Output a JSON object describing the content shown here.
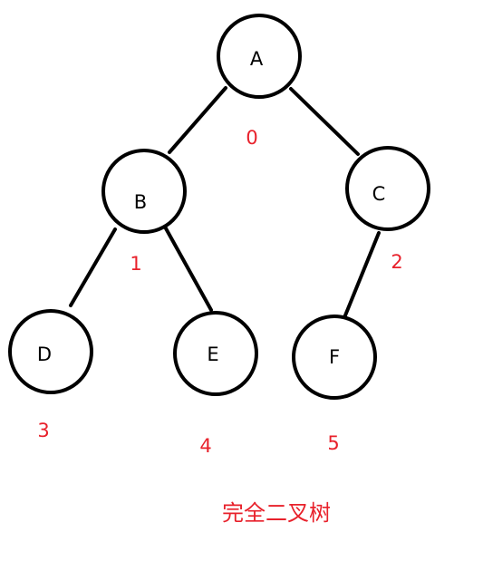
{
  "diagram": {
    "caption": "完全二叉树",
    "accent_color": "#e8212b",
    "nodes": [
      {
        "id": "A",
        "label": "A",
        "index": "0"
      },
      {
        "id": "B",
        "label": "B",
        "index": "1"
      },
      {
        "id": "C",
        "label": "C",
        "index": "2"
      },
      {
        "id": "D",
        "label": "D",
        "index": "3"
      },
      {
        "id": "E",
        "label": "E",
        "index": "4"
      },
      {
        "id": "F",
        "label": "F",
        "index": "5"
      }
    ],
    "edges": [
      {
        "from": "A",
        "to": "B"
      },
      {
        "from": "A",
        "to": "C"
      },
      {
        "from": "B",
        "to": "D"
      },
      {
        "from": "B",
        "to": "E"
      },
      {
        "from": "C",
        "to": "F"
      }
    ]
  }
}
